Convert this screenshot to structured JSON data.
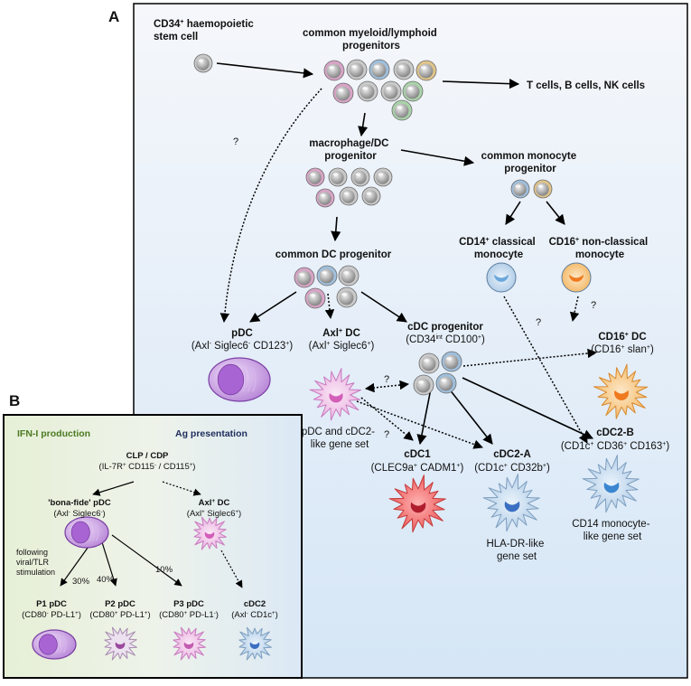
{
  "panel_a": {
    "letter": "A",
    "hsc": [
      "CD34",
      "+",
      " haemopoietic",
      "stem cell"
    ],
    "cmlp": [
      "common myeloid/lymphoid",
      "progenitors"
    ],
    "tbnk": "T cells, B cells, NK cells",
    "mdp": [
      "macrophage/DC",
      "progenitor"
    ],
    "cmp": [
      "common monocyte",
      "progenitor"
    ],
    "cdp": "common DC progenitor",
    "cd14_mono": [
      "CD14",
      "+",
      " classical",
      "monocyte"
    ],
    "cd16_mono": [
      "CD16",
      "+",
      " non-classical",
      "monocyte"
    ],
    "pdc": {
      "title": "pDC",
      "markers": [
        "(Axl",
        "-",
        " Siglec6",
        "-",
        " CD123",
        "+",
        ")"
      ]
    },
    "axl_dc": {
      "title": [
        "Axl",
        "+",
        " DC"
      ],
      "markers": [
        "(Axl",
        "+",
        " Siglec6",
        "+",
        ")"
      ]
    },
    "cdc_prog": {
      "title": "cDC progenitor",
      "markers": [
        "(CD34",
        "int",
        " CD100",
        "+",
        ")"
      ]
    },
    "cd16_dc": {
      "title": [
        "CD16",
        "+",
        " DC"
      ],
      "markers": [
        "(CD16",
        "+",
        " slan",
        "+",
        ")"
      ]
    },
    "gene_set_axl": [
      "pDC and cDC2-",
      "like gene set"
    ],
    "cdc1": {
      "title": "cDC1",
      "markers": [
        "(CLEC9a",
        "+",
        " CADM1",
        "+",
        ")"
      ]
    },
    "cdc2a": {
      "title": "cDC2-A",
      "markers": [
        "(CD1c",
        "+",
        " CD32b",
        "+",
        ")"
      ]
    },
    "cdc2b": {
      "title": "cDC2-B",
      "markers": [
        "(CD1c",
        "+",
        " CD36",
        "+",
        " CD163",
        "+",
        ")"
      ]
    },
    "gene_set_2a": [
      "HLA-DR-like",
      "gene set"
    ],
    "gene_set_2b": [
      "CD14 monocyte-",
      "like gene set"
    ],
    "q": "?"
  },
  "panel_b": {
    "letter": "B",
    "ifn": "IFN-I production",
    "ag": "Ag presentation",
    "clp": {
      "title": "CLP / CDP",
      "markers": [
        "(IL-7R",
        "+",
        " CD115",
        "-",
        " / CD115",
        "+",
        ")"
      ]
    },
    "bona": {
      "title": "'bona-fide' pDC",
      "markers": [
        "(Axl",
        "-",
        " Siglec6",
        "-",
        ")"
      ]
    },
    "axl": {
      "title": [
        "Axl",
        "+",
        " DC"
      ],
      "markers": [
        "(Axl",
        "+",
        " Siglec6",
        "+",
        ")"
      ]
    },
    "stim": [
      "following",
      "viral/TLR",
      "stimulation"
    ],
    "pct": [
      "30%",
      "40%",
      "10%"
    ],
    "p1": {
      "title": "P1 pDC",
      "markers": [
        "(CD80",
        "-",
        " PD-L1",
        "+",
        ")"
      ]
    },
    "p2": {
      "title": "P2 pDC",
      "markers": [
        "(CD80",
        "+",
        " PD-L1",
        "+",
        ")"
      ]
    },
    "p3": {
      "title": "P3 pDC",
      "markers": [
        "(CD80",
        "+",
        " PD-L1",
        "-",
        ")"
      ]
    },
    "cdc2": {
      "title": "cDC2",
      "markers": [
        "(Axl",
        "-",
        " CD1c",
        "+",
        ")"
      ]
    }
  }
}
